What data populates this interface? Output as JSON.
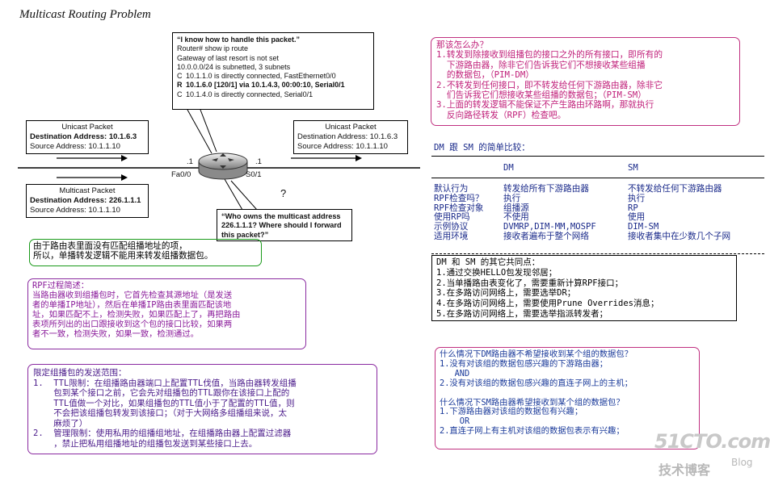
{
  "title": "Multicast Routing Problem",
  "routing_table": {
    "line1": "“I know how to handle this packet.”",
    "line2": "Router# show ip route",
    "line3": "Gateway of last resort is not set",
    "line4": "10.0.0.0/24 is subnetted, 3 subnets",
    "routes": [
      {
        "code": "C",
        "text": "10.1.1.0 is directly connected, FastEthernet0/0"
      },
      {
        "code": "R",
        "text": "10.1.6.0 [120/1] via 10.1.4.3, 00:00:10, Serial0/1"
      },
      {
        "code": "C",
        "text": "10.1.4.0 is directly connected, Serial0/1"
      }
    ]
  },
  "unicast_left": {
    "title": "Unicast Packet",
    "dest": "Destination Address: 10.1.6.3",
    "src": "Source Address: 10.1.1.10"
  },
  "unicast_right": {
    "title": "Unicast Packet",
    "dest": "Destination Address: 10.1.6.3",
    "src": "Source Address: 10.1.1.10"
  },
  "multicast_left": {
    "title": "Multicast Packet",
    "dest": "Destination Address: 226.1.1.1",
    "src": "Source Address: 10.1.1.10"
  },
  "router": {
    "if_left_num": ".1",
    "if_right_num": ".1",
    "if_left": "Fa0/0",
    "if_right": "S0/1"
  },
  "question_mark": "?",
  "question": "“Who owns the multicast address 226.1.1.1? Where should I forward this packet?”",
  "green_note": "由于路由表里面没有匹配组播地址的项，\n所以，单播转发逻辑不能用来转发组播数据包。",
  "rpf_note": "RPF过程简述：\n当路由器收到组播包时，它首先检查其源地址（是发送\n者的单播IP地址），然后在单播IP路由表里面匹配该地\n址，如果匹配不上，检测失败，如果匹配上了，再把路由\n表项所列出的出口跟接收到这个包的接口比较，如果两\n者不一致，检测失败，如果一致，检测通过。",
  "limit_note": "限定组播包的发送范围：\n1.  TTL限制：在组播路由器端口上配置TTL伐值，当路由器转发组播\n    包到某个接口之前，它会先对组播包的TTL跟你在该接口上配的\n    TTL值做一个对比，如果组播包的TTL值小于了配置的TTL值，则\n    不会把该组播包转发到该接口；（对于大网络多组播组来说，太\n    麻烦了）\n2.  管理限制：使用私用的组播组地址，在组播路由器上配置过滤器\n    ，禁止把私用组播地址的组播包发送到某些接口上去。",
  "what_note": "那该怎么办？\n1.转发到除接收到组播包的接口之外的所有接口，即所有的\n  下游路由器，除非它们告诉我它们不想接收某些组播\n  的数据包，（PIM-DM）\n2.不转发到任何接口，即不转发给任何下游路由器，除非它\n  们告诉我它们想接收某些组播的数据包；（PIM-SM）\n3.上面的转发逻辑不能保证不产生路由环路啊，那就执行\n  反向路径转发（RPF）检查吧。",
  "compare": {
    "title": "DM 跟 SM 的简单比较：",
    "col_dm": "DM",
    "col_sm": "SM",
    "rows": [
      {
        "k": "默认行为",
        "dm": "转发给所有下游路由器",
        "sm": "不转发给任何下游路由器"
      },
      {
        "k": "RPF检查吗？",
        "dm": "执行",
        "sm": "执行"
      },
      {
        "k": "RPF检查对象",
        "dm": "组播源",
        "sm": "RP"
      },
      {
        "k": "使用RP吗",
        "dm": "不使用",
        "sm": "使用"
      },
      {
        "k": "示例协议",
        "dm": "DVMRP,DIM-MM,MOSPF",
        "sm": "DIM-SM"
      },
      {
        "k": "适用环境",
        "dm": "接收者遍布于整个网络",
        "sm": "接收者集中在少数几个子网"
      }
    ]
  },
  "common": "DM 和 SM 的其它共同点：\n1.通过交换HELLO包发现邻居；\n2.当单播路由表变化了，需要重新计算RPF接口；\n3.在多路访问网络上，需要选举DR；\n4.在多路访问网络上，需要使用Prune Overrides消息；\n5.在多路访问网络上，需要选举指派转发者；",
  "when_note": "什么情况下DM路由器不希望接收到某个组的数据包？\n1.没有对该组的数据包感兴趣的下游路由器；\n   AND\n2.没有对该组的数据包感兴趣的直连子网上的主机；\n\n什么情况下SM路由器希望接收到某个组的数据包？\n1.下游路由器对该组的数据包有兴趣；\n    OR\n2.直连子网上有主机对该组的数据包表示有兴趣；",
  "watermark": {
    "main": "51CTO.com",
    "sub": "技术博客",
    "blog": "Blog"
  }
}
